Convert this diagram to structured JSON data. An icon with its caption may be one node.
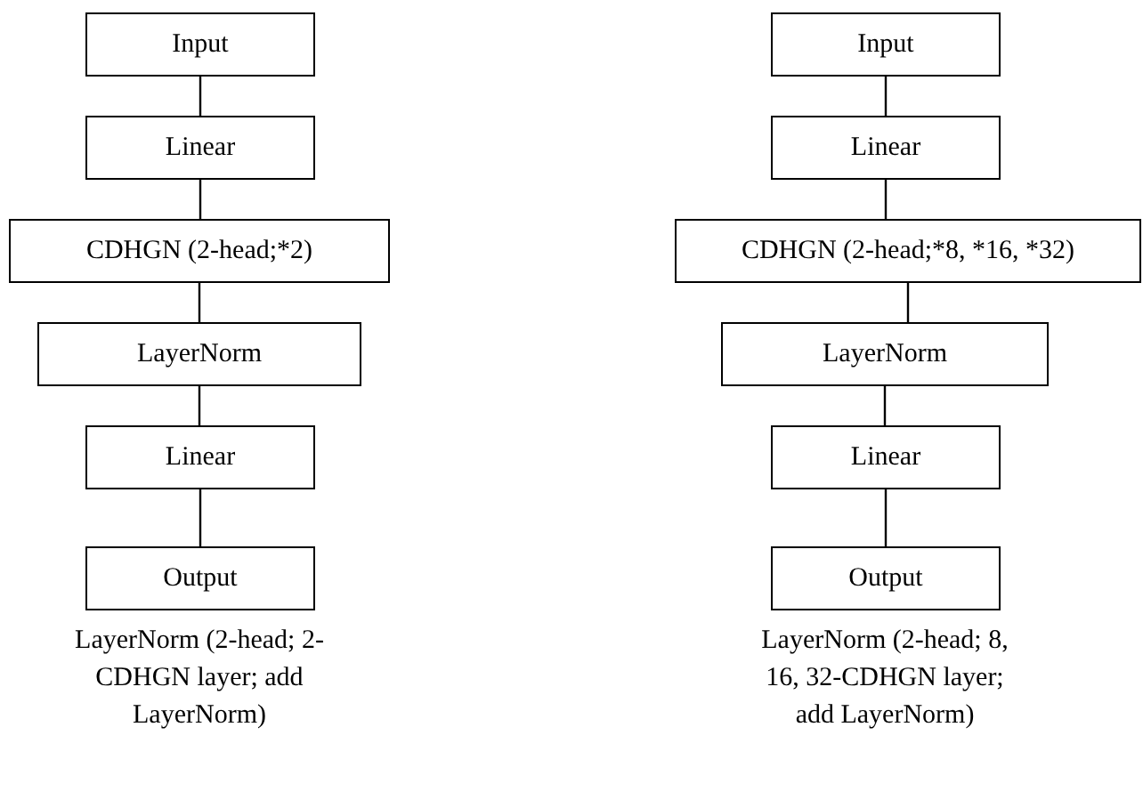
{
  "diagram": {
    "nodes": [
      {
        "text": [
          "Input"
        ]
      },
      {
        "text": [
          "Linear"
        ]
      },
      {
        "text": [
          "CDHGN (2-head;*2)"
        ]
      },
      {
        "text": [
          "LayerNorm"
        ]
      },
      {
        "text": [
          "Linear"
        ]
      },
      {
        "text": [
          "Output"
        ]
      },
      {
        "text": [
          "Input"
        ]
      },
      {
        "text": [
          "Linear"
        ]
      },
      {
        "text": [
          "CDHGN (2-head;*8, *16, *32)"
        ]
      },
      {
        "text": [
          "LayerNorm"
        ]
      },
      {
        "text": [
          "Linear"
        ]
      },
      {
        "text": [
          "Output"
        ]
      }
    ],
    "edges": [
      {
        "from": 0,
        "to": 1,
        "arrow": "none"
      },
      {
        "from": 1,
        "to": 2,
        "arrow": "none"
      },
      {
        "from": 2,
        "to": 3,
        "arrow": "none"
      },
      {
        "from": 3,
        "to": 4,
        "arrow": "none"
      },
      {
        "from": 4,
        "to": 5,
        "arrow": "none"
      },
      {
        "from": 6,
        "to": 7,
        "arrow": "none"
      },
      {
        "from": 7,
        "to": 8,
        "arrow": "none"
      },
      {
        "from": 8,
        "to": 9,
        "arrow": "none"
      },
      {
        "from": 9,
        "to": 10,
        "arrow": "none"
      },
      {
        "from": 10,
        "to": 11,
        "arrow": "none"
      }
    ],
    "labels": [
      "LayerNorm (2-head; 2-CDHGN layer; add LayerNorm)",
      "LayerNorm (2-head; 8, 16, 32-CDHGN layer; add LayerNorm)"
    ]
  }
}
